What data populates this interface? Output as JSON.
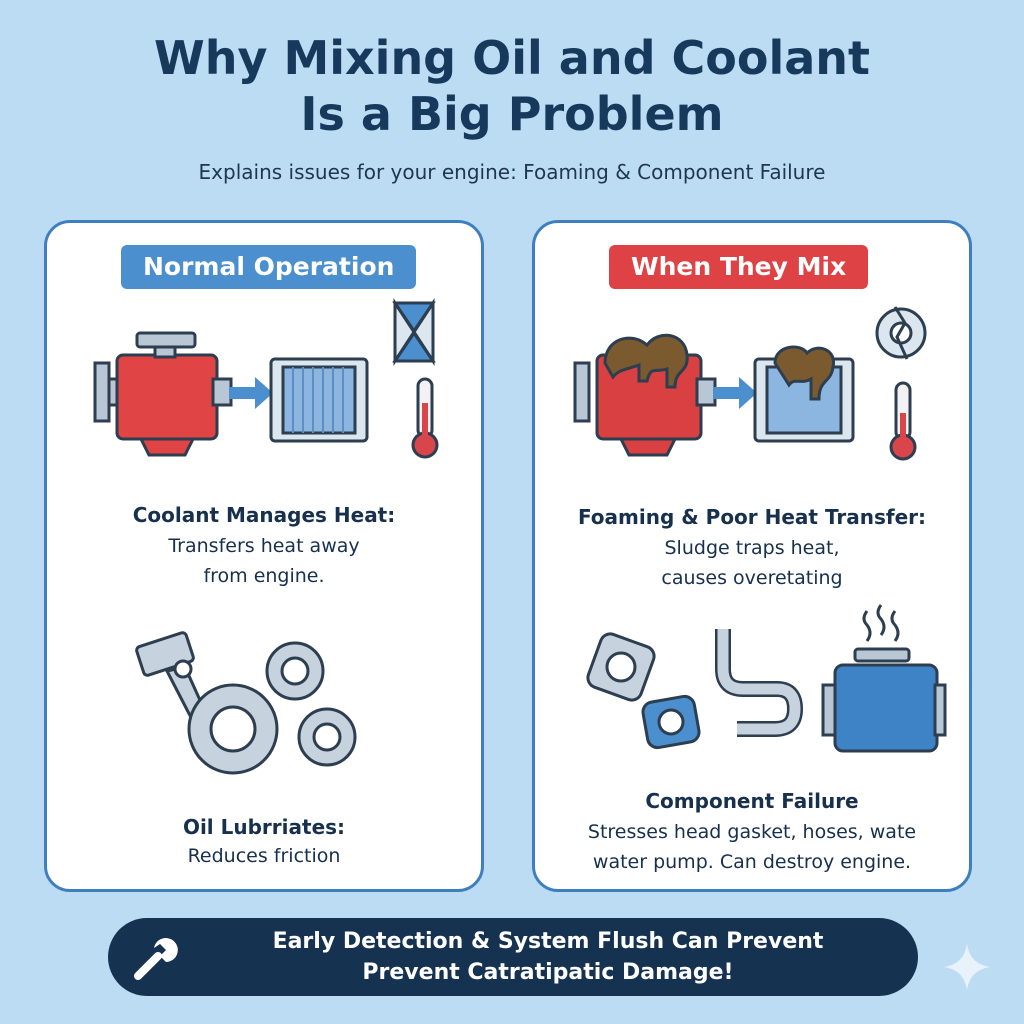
{
  "header": {
    "title_line1": "Why Mixing Oil and Coolant",
    "title_line2": "Is a Big Problem",
    "subtitle": "Explains issues for your engine: Foaming & Component Failure"
  },
  "left_panel": {
    "pill": "Normal Operation",
    "coolant_heading": "Coolant Manages Heat:",
    "coolant_line1": "Transfers heat away",
    "coolant_line2": "from engine.",
    "oil_heading": "Oil Lubrriates:",
    "oil_line1": "Reduces friction"
  },
  "right_panel": {
    "pill": "When They Mix",
    "foam_heading": "Foaming & Poor Heat Transfer:",
    "foam_line1": "Sludge traps heat,",
    "foam_line2": "causes overetating",
    "failure_heading": "Component Failure",
    "failure_line1": "Stresses head gasket, hoses, wate",
    "failure_line2": "water pump. Can destroy engine."
  },
  "banner": {
    "line1": "Early Detection & System Flush Can Prevent",
    "line2": "Prevent Catratipatic Damage!"
  },
  "colors": {
    "background": "#bcdcf3",
    "normal_pill": "#4b8fce",
    "mix_pill": "#df4245",
    "banner": "#163251"
  }
}
